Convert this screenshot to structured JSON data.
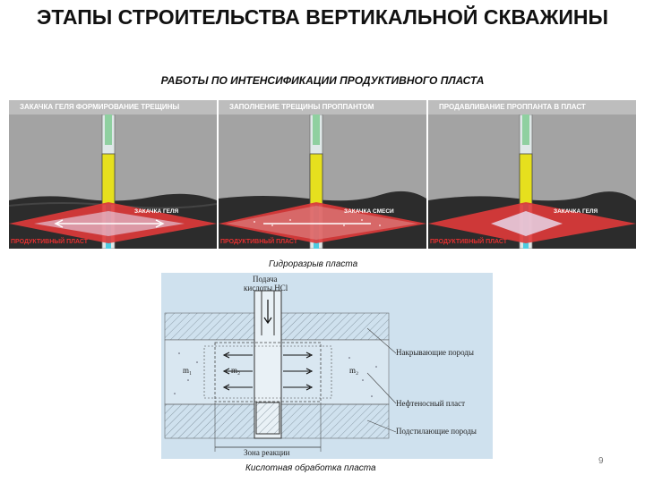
{
  "title": "ЭТАПЫ СТРОИТЕЛЬСТВА ВЕРТИКАЛЬНОЙ СКВАЖИНЫ",
  "subtitle": "РАБОТЫ ПО ИНТЕНСИФИКАЦИИ ПРОДУКТИВНОГО ПЛАСТА",
  "panels": [
    {
      "header": "ЗАКАЧКА ГЕЛЯ ФОРМИРОВАНИЕ ТРЕЩИНЫ",
      "arrow_label": "ЗАКАЧКА ГЕЛЯ",
      "bottom_label": "ПРОДУКТИВНЫЙ ПЛАСТ"
    },
    {
      "header": "ЗАПОЛНЕНИЕ ТРЕЩИНЫ ПРОППАНТОМ",
      "arrow_label": "ЗАКАЧКА СМЕСИ",
      "bottom_label": "ПРОДУКТИВНЫЙ ПЛАСТ"
    },
    {
      "header": "ПРОДАВЛИВАНИЕ ПРОППАНТА В ПЛАСТ",
      "arrow_label": "ЗАКАЧКА ГЕЛЯ",
      "bottom_label": "ПРОДУКТИВНЫЙ ПЛАСТ"
    }
  ],
  "caption_top": "Гидроразрыв пласта",
  "caption_bottom": "Кислотная обработка пласта",
  "diagram": {
    "feed_label_1": "Подача",
    "feed_label_2": "кислоты HCl",
    "label_overburden": "Накрывающие породы",
    "label_oil_layer": "Нефтеносный пласт",
    "label_underburden": "Подстилающие породы",
    "label_reaction_zone": "Зона реакции",
    "mark_m1": "m₁",
    "mark_m2_left": "m₂",
    "mark_m2_right": "m₂"
  },
  "page_number": "9",
  "colors": {
    "fracture_red": "#e03a3a",
    "tubing_yellow": "#e6e01e",
    "fluid_cyan": "#4ecbe0",
    "diagram_bg": "#cfe1ee"
  }
}
